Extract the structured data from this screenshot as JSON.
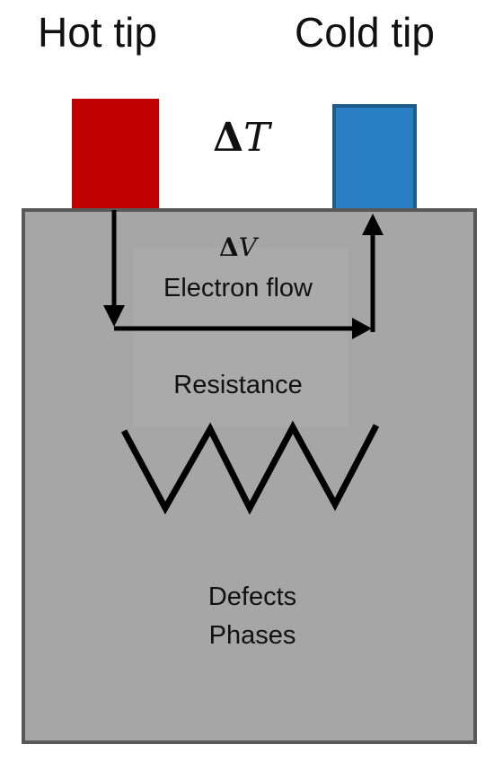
{
  "labels": {
    "hot_tip": "Hot tip",
    "cold_tip": "Cold tip",
    "delta_t_symbol": "Δ",
    "delta_t_var": "T",
    "delta_v_symbol": "Δ",
    "delta_v_var": "V",
    "electron_flow": "Electron flow",
    "resistance": "Resistance",
    "defects": "Defects",
    "phases": "Phases"
  },
  "colors": {
    "hot_tip": "#c00000",
    "cold_tip": "#2a7fc4",
    "cold_tip_border": "#1e5a8a",
    "sample": "#a6a6a6",
    "sample_border": "#595959",
    "arrows": "#000000"
  },
  "icons": {
    "electron_flow_path": "arrow-path-icon",
    "resistance_symbol": "resistor-zigzag-icon"
  }
}
